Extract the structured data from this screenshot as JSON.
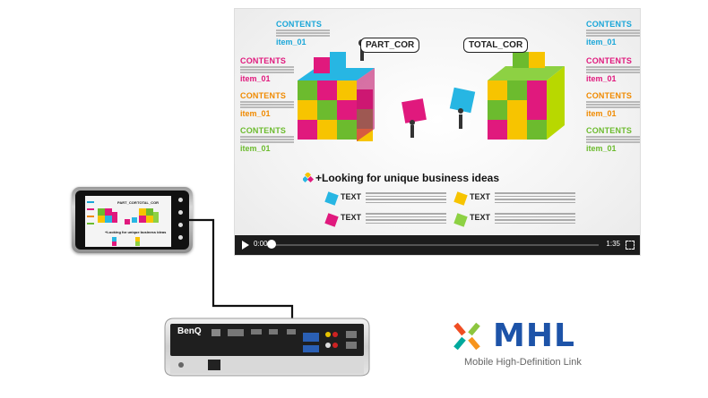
{
  "screen": {
    "labels_left": [
      {
        "title": "CONTENTS",
        "item": "item_01",
        "color": "#1aa6d8"
      },
      {
        "title": "CONTENTS",
        "item": "item_01",
        "color": "#e0197d"
      },
      {
        "title": "CONTENTS",
        "item": "item_01",
        "color": "#f08a00"
      },
      {
        "title": "CONTENTS",
        "item": "item_01",
        "color": "#6cbb2e"
      }
    ],
    "labels_right": [
      {
        "title": "CONTENTS",
        "item": "item_01",
        "color": "#1aa6d8"
      },
      {
        "title": "CONTENTS",
        "item": "item_01",
        "color": "#e0197d"
      },
      {
        "title": "CONTENTS",
        "item": "item_01",
        "color": "#f08a00"
      },
      {
        "title": "CONTENTS",
        "item": "item_01",
        "color": "#6cbb2e"
      }
    ],
    "bubble_left": "PART_COR",
    "bubble_right": "TOTAL_COR",
    "heading": "+Looking for unique business ideas",
    "text_items": [
      "TEXT",
      "TEXT",
      "TEXT",
      "TEXT"
    ],
    "player": {
      "current_time": "0:00",
      "duration": "1:35"
    }
  },
  "phone_screen": {
    "bubble_left": "PART_COR",
    "bubble_right": "TOTAL_COR",
    "heading": "+Looking for unique business ideas"
  },
  "projector": {
    "brand": "BenQ"
  },
  "logo": {
    "name": "MHL",
    "tagline": "Mobile High-Definition Link",
    "color": "#1d53a8"
  }
}
